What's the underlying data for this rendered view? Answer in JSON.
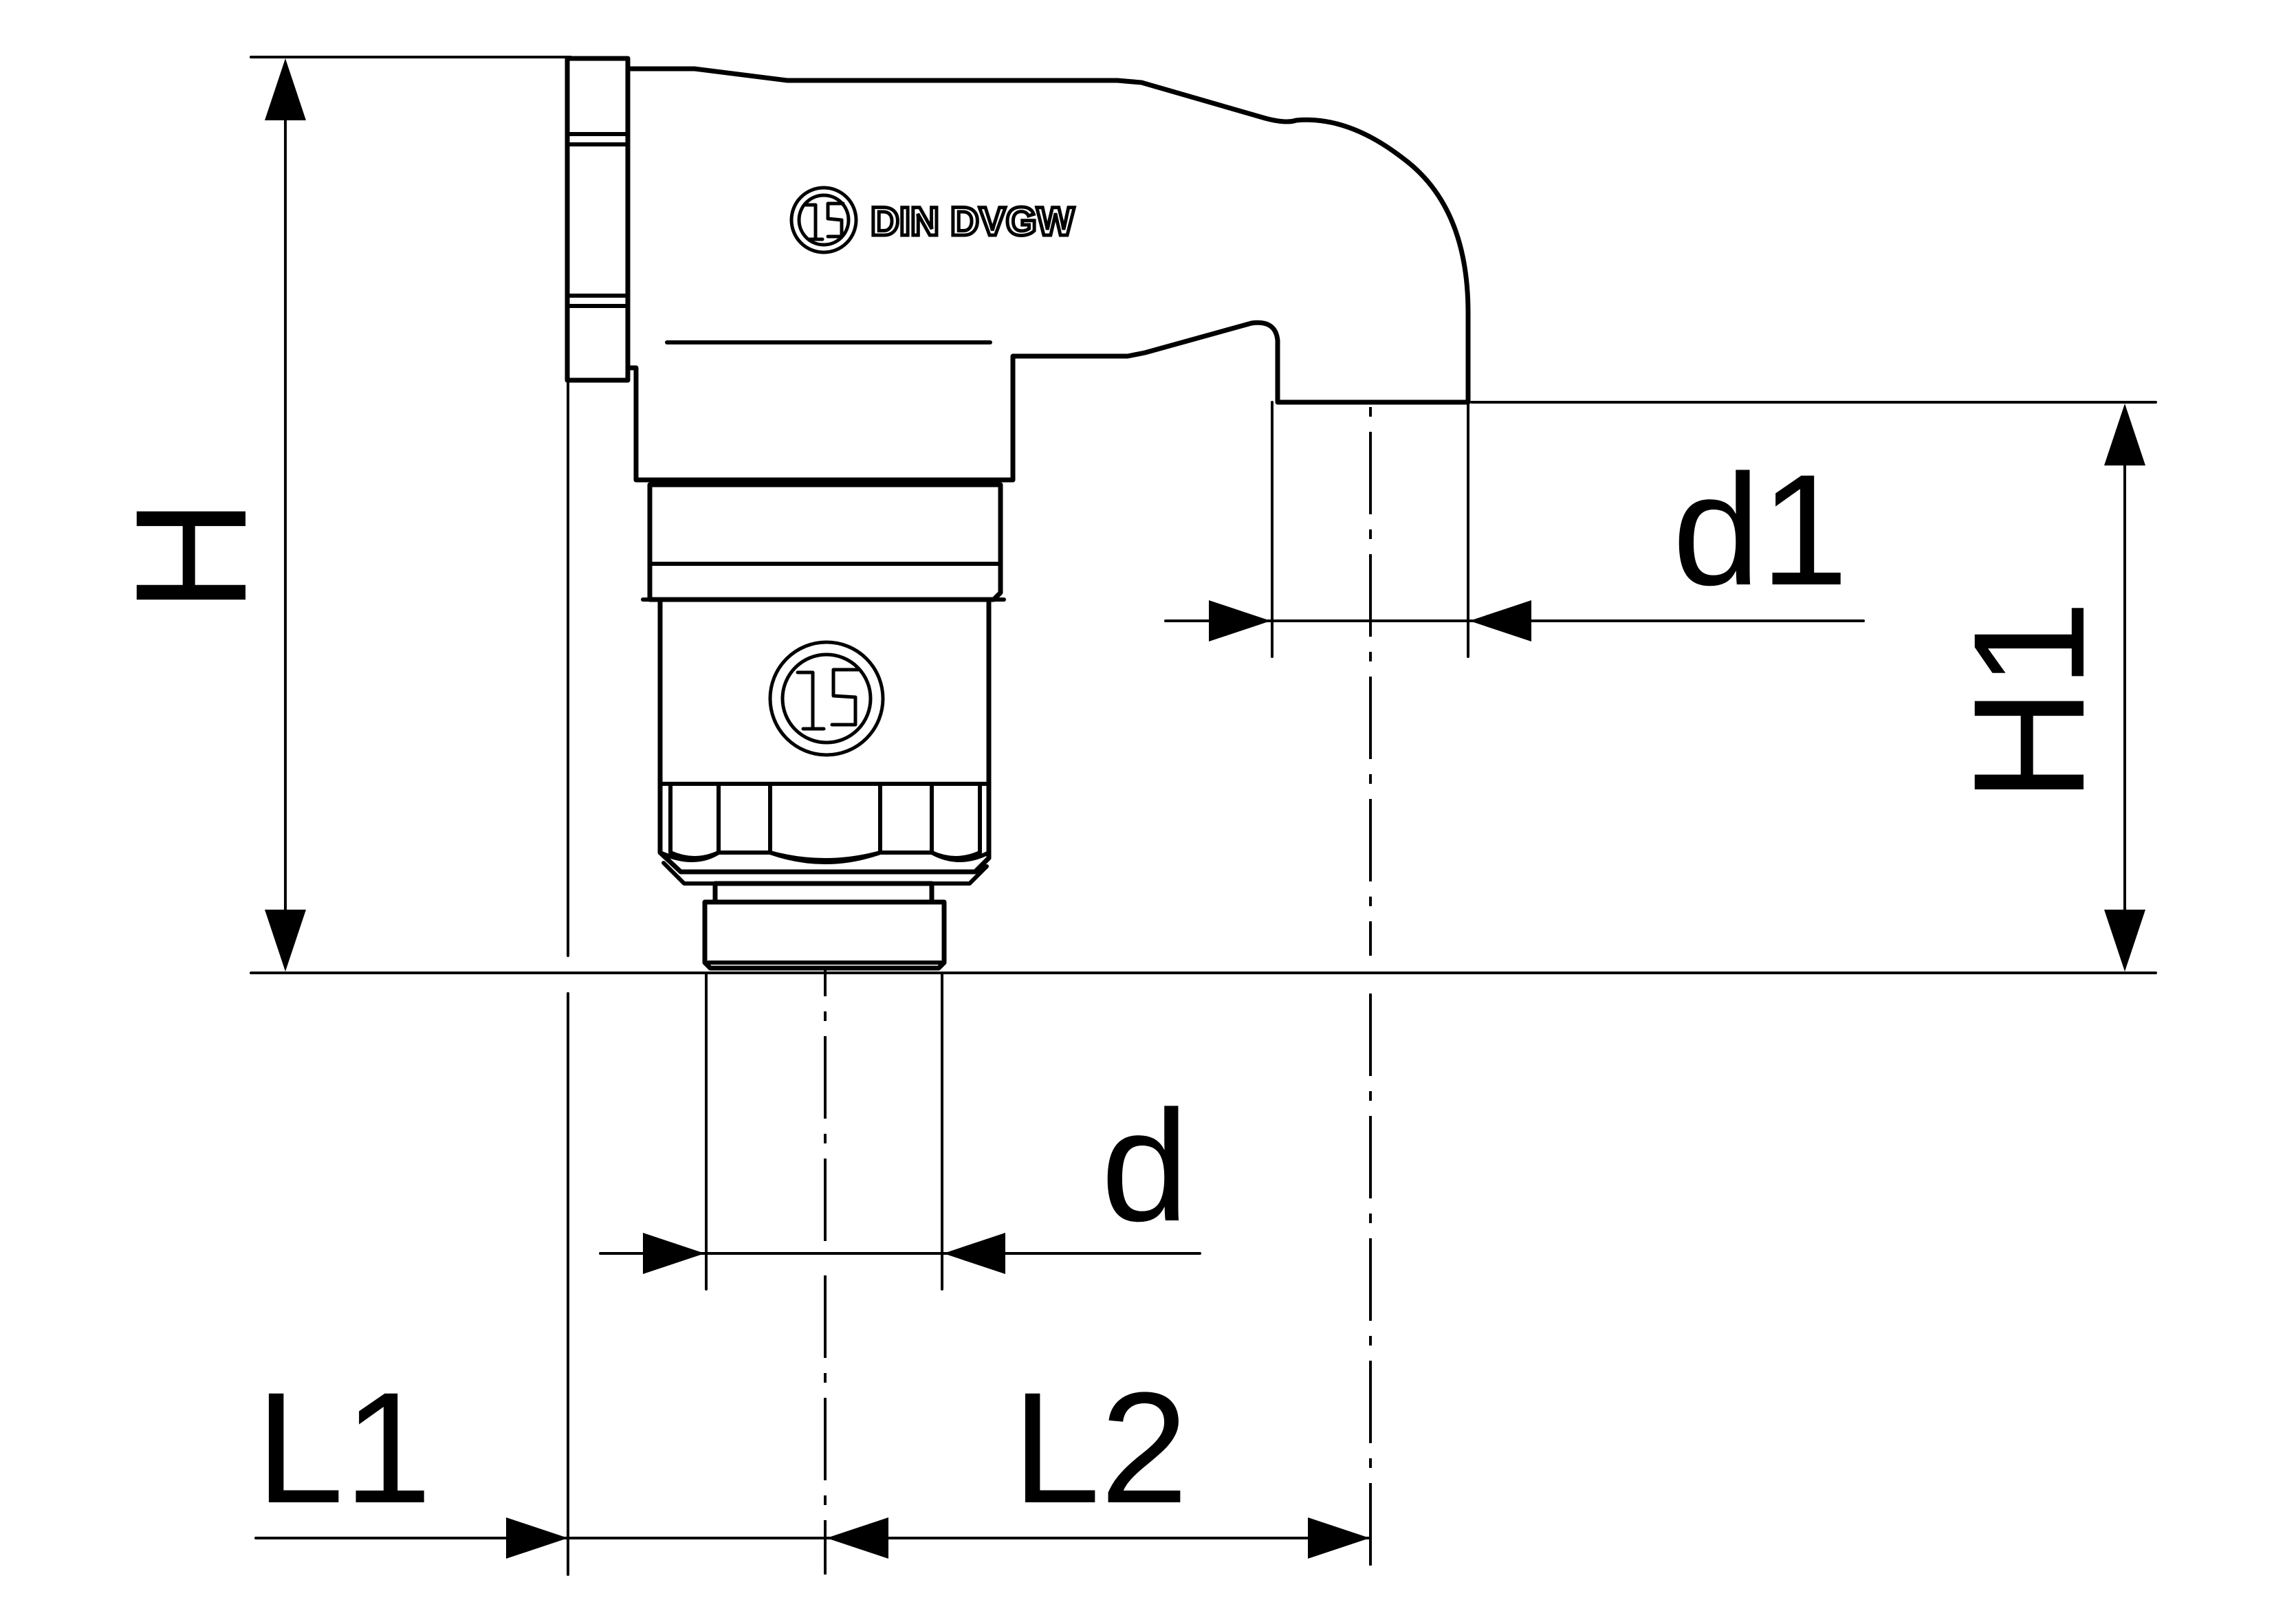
{
  "labels": {
    "height_total": "H",
    "height_outlet": "H1",
    "outlet_diameter": "d1",
    "inlet_diameter": "d",
    "length_left": "L1",
    "length_right": "L2",
    "body_marking": "DIN DVGW"
  },
  "icons": {
    "top_logo": "certification-mark-icon",
    "body_logo": "certification-mark-icon"
  },
  "colors": {
    "line": "#000000",
    "background": "#ffffff"
  }
}
